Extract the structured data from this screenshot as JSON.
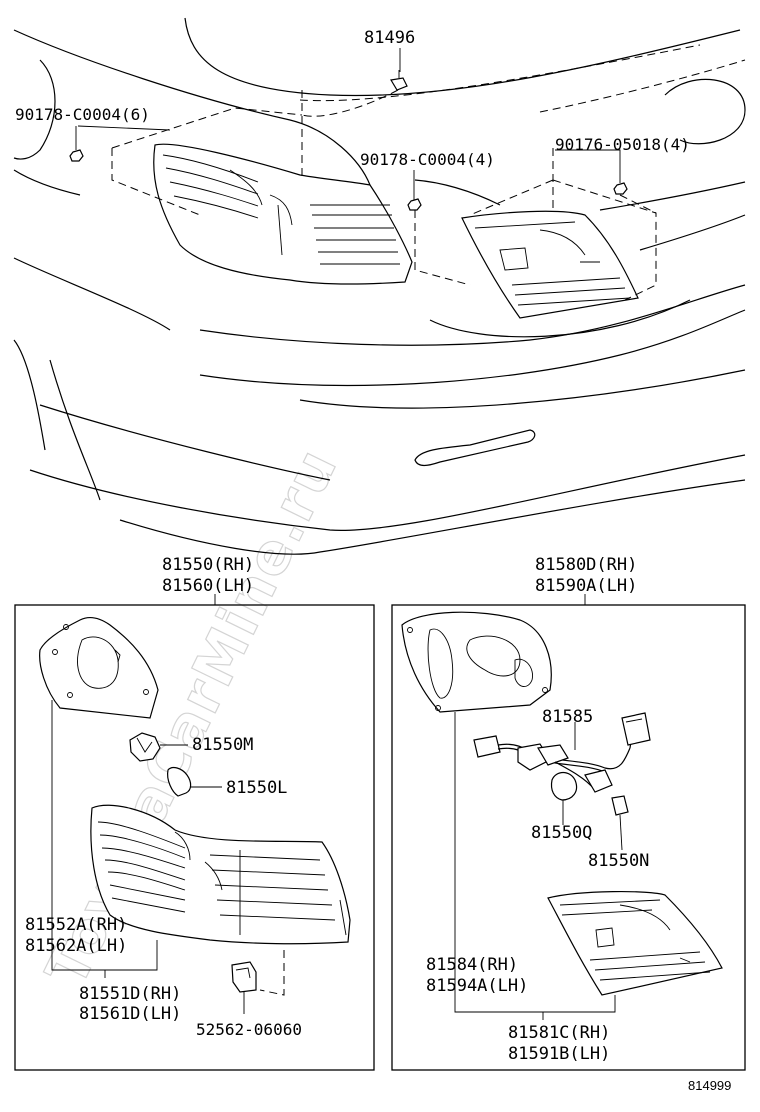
{
  "diagram": {
    "watermark": "ToyotaCarMine.ru",
    "reference_number": "814999",
    "top_view": {
      "labels": {
        "clip_top": "81496",
        "nut_left": "90178-C0004(6)",
        "nut_center": "90178-C0004(4)",
        "nut_right": "90176-05018(4)"
      }
    },
    "left_box": {
      "header_rh": "81550(RH)",
      "header_lh": "81560(LH)",
      "labels": {
        "socket": "81550M",
        "bulb": "81550L",
        "lens_rh": "81552A(RH)",
        "lens_lh": "81562A(LH)",
        "body_rh": "81551D(RH)",
        "body_lh": "81561D(LH)",
        "clip": "52562-06060"
      }
    },
    "right_box": {
      "header_rh": "81580D(RH)",
      "header_lh": "81590A(LH)",
      "labels": {
        "wire": "81585",
        "bulb_q": "81550Q",
        "bulb_n": "81550N",
        "gasket_rh": "81584(RH)",
        "gasket_lh": "81594A(LH)",
        "lamp_rh": "81581C(RH)",
        "lamp_lh": "81591B(LH)"
      }
    }
  }
}
